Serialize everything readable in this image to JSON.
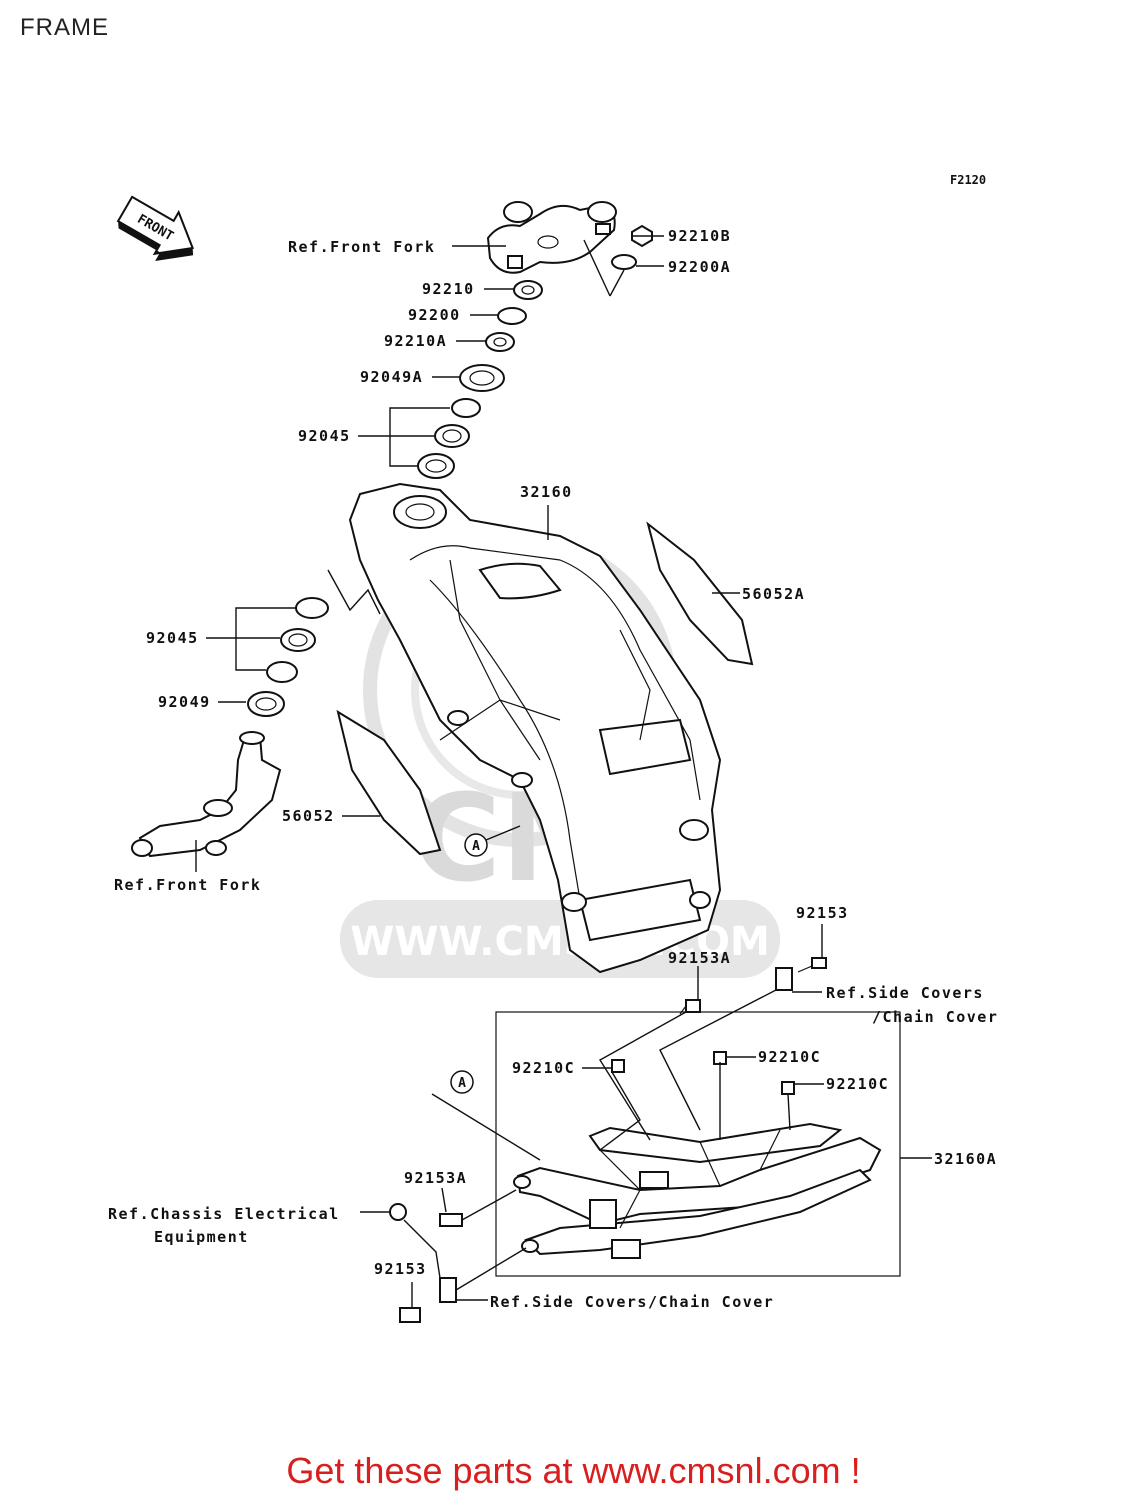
{
  "page_title": "FRAME",
  "figure_code": "F2120",
  "front_arrow_label": "FRONT",
  "watermark": {
    "text": "WWW.CMSNL.COM",
    "brand": "CMS"
  },
  "footer_link": "Get these parts at www.cmsnl.com !",
  "callouts": {
    "ref_front_fork_top": "Ref.Front Fork",
    "p92210B": "92210B",
    "p92200A": "92200A",
    "p92210": "92210",
    "p92200": "92200",
    "p92210A": "92210A",
    "p92049A": "92049A",
    "p92045_top": "92045",
    "p32160": "32160",
    "p56052A": "56052A",
    "p92045_mid": "92045",
    "p92049": "92049",
    "p56052": "56052",
    "ref_a_top": "A",
    "ref_front_fork_bottom": "Ref.Front Fork",
    "p92153_right": "92153",
    "p92153A_top": "92153A",
    "ref_side_covers_1": "Ref.Side Covers",
    "ref_side_covers_2": "/Chain Cover",
    "p92210C_left": "92210C",
    "p92210C_mid": "92210C",
    "p92210C_right": "92210C",
    "ref_a_bottom": "A",
    "p32160A": "32160A",
    "p92153A_bottom": "92153A",
    "ref_chassis_1": "Ref.Chassis Electrical",
    "ref_chassis_2": "Equipment",
    "p92153_bottom": "92153",
    "ref_side_covers_bottom": "Ref.Side Covers/Chain Cover"
  }
}
